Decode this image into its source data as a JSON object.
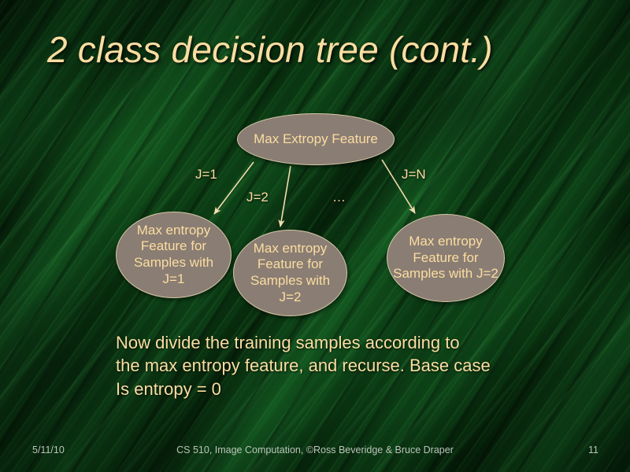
{
  "slide": {
    "title": "2 class decision tree (cont.)",
    "body_lines": [
      "Now divide the training samples according to",
      "the max entropy feature, and recurse. Base case",
      "Is entropy = 0"
    ]
  },
  "diagram": {
    "nodes": {
      "root": "Max Extropy Feature",
      "branch_1": "Max entropy Feature for Samples with J=1",
      "branch_2": "Max entropy Feature for Samples with J=2",
      "branch_n": "Max entropy Feature for Samples with J=2"
    },
    "edge_labels": {
      "left": "J=1",
      "middle": "J=2",
      "ellipsis": "…",
      "right": "J=N"
    }
  },
  "footer": {
    "date": "5/11/10",
    "center": "CS 510, Image Computation, ©Ross Beveridge & Bruce Draper",
    "page": "11"
  },
  "colors": {
    "background_green": "#0a3a12",
    "title_cream": "#fbdda1",
    "node_fill": "#8a7d73",
    "node_border": "#d9c9a8",
    "footer_text": "#b9c4b8"
  }
}
